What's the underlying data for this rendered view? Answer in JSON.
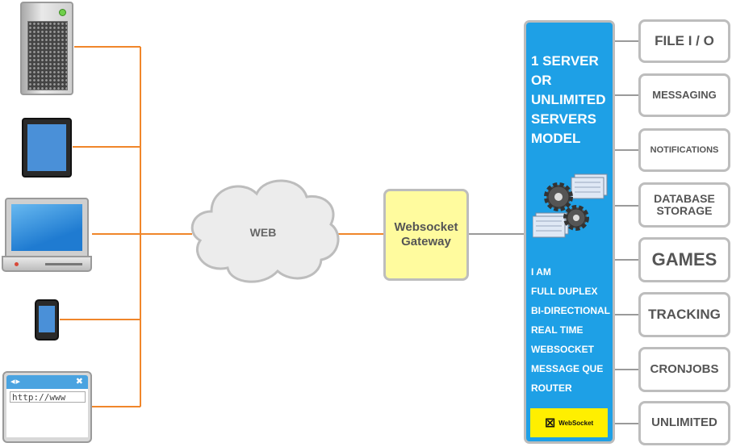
{
  "web": {
    "label": "WEB"
  },
  "gateway": {
    "label": "Websocket Gateway"
  },
  "devices": {
    "browser": {
      "url": "http://www",
      "nav_glyph": "◂▸",
      "close_glyph": "✖"
    }
  },
  "server": {
    "title_lines": [
      "1 SERVER",
      "OR",
      "UNLIMITED",
      "SERVERS",
      "MODEL"
    ],
    "features": [
      "I AM",
      "FULL DUPLEX",
      "BI-DIRECTIONAL",
      "REAL TIME",
      "WEBSOCKET",
      "MESSAGE QUE",
      "ROUTER"
    ],
    "logo_text": "WebSocket"
  },
  "services": [
    {
      "label": "FILE I / O"
    },
    {
      "label": "MESSAGING"
    },
    {
      "label": "NOTIFICATIONS"
    },
    {
      "label": "DATABASE\nSTORAGE"
    },
    {
      "label": "GAMES"
    },
    {
      "label": "TRACKING"
    },
    {
      "label": "CRONJOBS"
    },
    {
      "label": "UNLIMITED"
    }
  ],
  "colors": {
    "wire_left": "#f0862a",
    "wire_right": "#9a9a9a",
    "panel": "#1ea0e6",
    "gateway": "#fffb9e",
    "logo": "#ffef00"
  }
}
